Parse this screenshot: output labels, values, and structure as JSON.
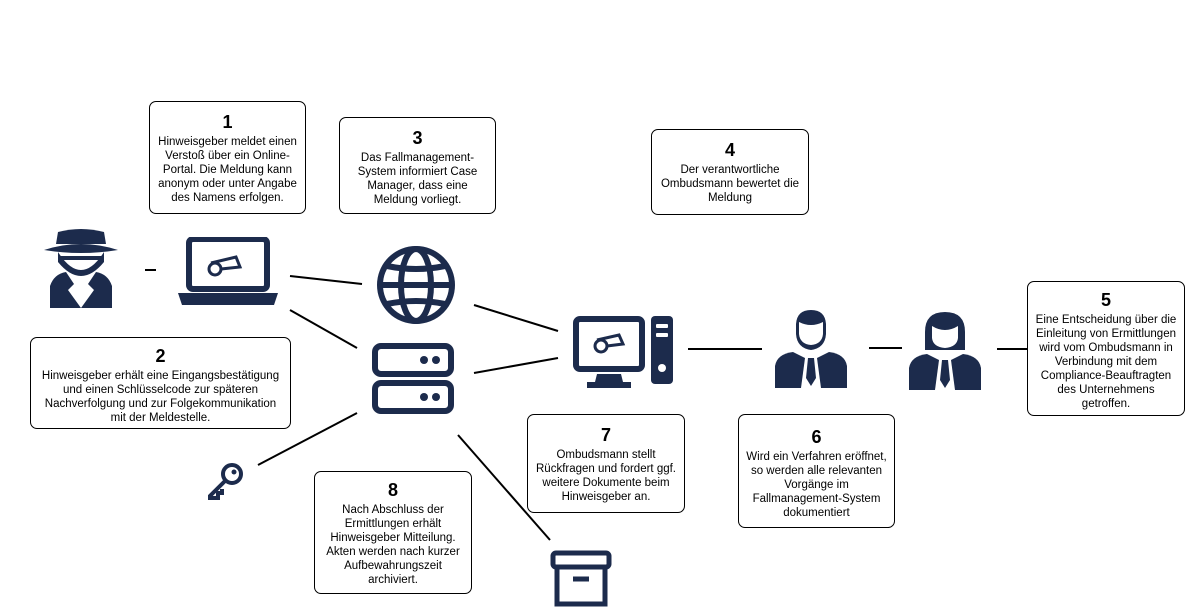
{
  "colors": {
    "icon": "#1c2b4c",
    "line": "#000000",
    "border": "#000000"
  },
  "steps": [
    {
      "num": "1",
      "text": "Hinweisgeber meldet einen Verstoß über ein Online-Portal. Die Meldung kann anonym oder unter Angabe des Namens erfolgen."
    },
    {
      "num": "2",
      "text": "Hinweisgeber erhält eine Eingangsbestätigung und einen Schlüsselcode zur späteren Nachverfolgung und zur Folgekommunikation mit der Meldestelle."
    },
    {
      "num": "3",
      "text": "Das Fallmanagement-System informiert Case Manager, dass eine Meldung vorliegt."
    },
    {
      "num": "4",
      "text": "Der verantwortliche Ombudsmann bewertet die Meldung"
    },
    {
      "num": "5",
      "text": "Eine Entscheidung über die Einleitung von Ermittlungen wird vom Ombudsmann in Verbindung mit dem Compliance-Beauftragten des Unternehmens getroffen."
    },
    {
      "num": "6",
      "text": "Wird ein Verfahren eröffnet, so werden alle relevanten Vorgänge im Fallmanagement-System dokumentiert"
    },
    {
      "num": "7",
      "text": "Ombudsmann stellt Rückfragen und fordert ggf. weitere Dokumente beim Hinweisgeber an."
    },
    {
      "num": "8",
      "text": "Nach Abschluss der Ermittlungen erhält Hinweisgeber Mitteilung. Akten werden nach kurzer Aufbewahrungszeit archiviert."
    }
  ],
  "icons": {
    "whistleblower": "spy-icon",
    "laptop": "laptop-whistle-icon",
    "globe": "globe-icon",
    "server": "server-icon",
    "key": "key-icon",
    "archive": "archive-box-icon",
    "desktop": "desktop-whistle-icon",
    "ombudsman": "businessman-icon",
    "compliance": "businesswoman-icon"
  }
}
